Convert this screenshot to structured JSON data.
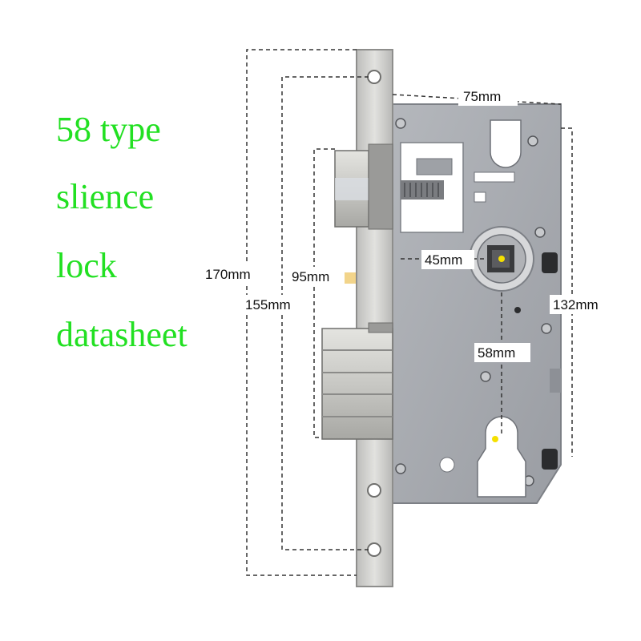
{
  "title": {
    "line1": "58 type",
    "line2": "slience",
    "line3": "lock",
    "line4": "datasheet"
  },
  "dimensions": {
    "faceplate_length": "170mm",
    "screw_spacing": "155mm",
    "latch_to_bolt": "95mm",
    "case_width": "75mm",
    "case_height": "132mm",
    "backset": "45mm",
    "handle_to_cylinder": "58mm"
  },
  "colors": {
    "title": "#22e022",
    "case": "#a9adb3",
    "faceplate": "#d3d3d1",
    "dimension_line": "#333333"
  },
  "icons": {
    "lock_body": "mortise-lock-body",
    "latch": "latch-bolt",
    "deadbolt": "dead-bolt",
    "spindle": "square-spindle-hub",
    "cylinder_hole": "euro-cylinder-hole"
  }
}
